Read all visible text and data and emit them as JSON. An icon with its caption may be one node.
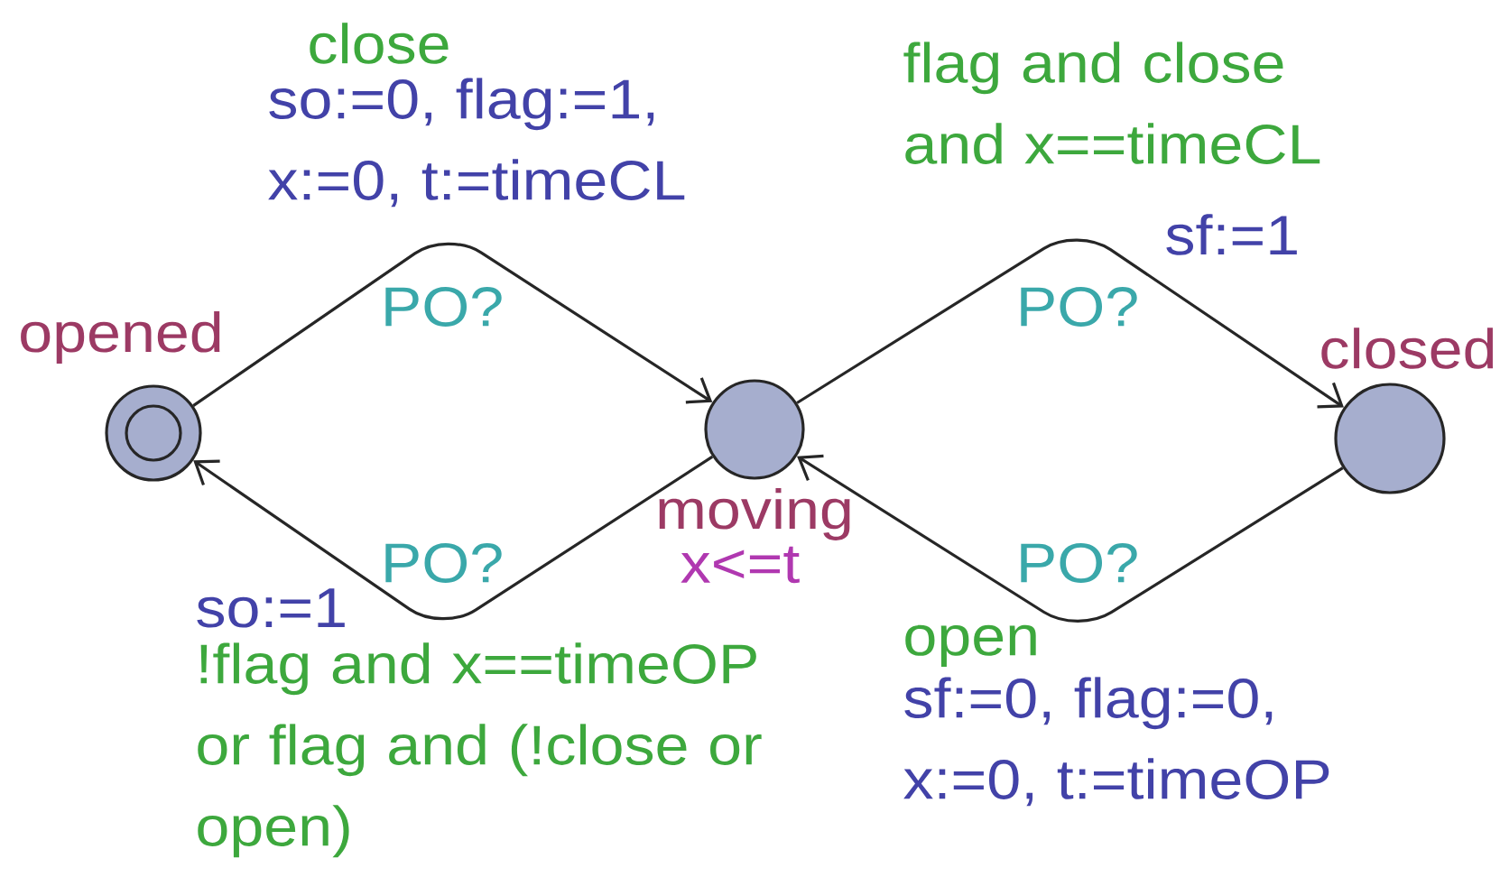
{
  "diagram": {
    "nodes": [
      {
        "text": [
          "opened"
        ]
      },
      {
        "text": [
          "moving"
        ],
        "beside": [
          "x<=t"
        ]
      },
      {
        "text": [
          "closed"
        ]
      }
    ],
    "edges": [
      {
        "from": 0,
        "to": 1,
        "arrow": "to",
        "label": "PO?"
      },
      {
        "from": 1,
        "to": 2,
        "arrow": "to",
        "label": "PO?"
      },
      {
        "from": 2,
        "to": 1,
        "arrow": "to",
        "label": "PO?"
      },
      {
        "from": 1,
        "to": 0,
        "arrow": "to",
        "label": "PO?"
      }
    ],
    "labels": [
      "close",
      "so:=0, flag:=1, x:=0, t:=timeCL",
      "flag and close and x==timeCL",
      "sf:=1",
      "so:=1",
      "open",
      "!flag and x==timeOP or flag and (!close or open)",
      "sf:=0, flag:=0, x:=0, t:=timeOP"
    ]
  }
}
